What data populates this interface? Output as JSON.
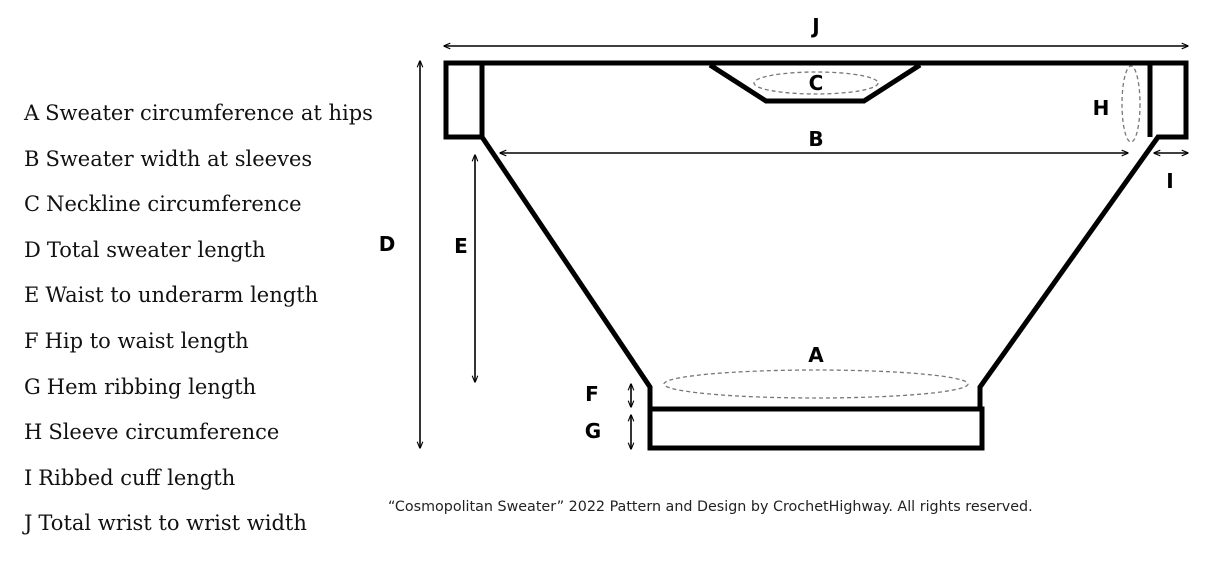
{
  "legend": [
    {
      "key": "A",
      "text": "Sweater circumference at hips"
    },
    {
      "key": "B",
      "text": "Sweater width at sleeves"
    },
    {
      "key": "C",
      "text": "Neckline circumference"
    },
    {
      "key": "D",
      "text": "Total sweater length"
    },
    {
      "key": "E",
      "text": "Waist to underarm length"
    },
    {
      "key": "F",
      "text": "Hip to waist length"
    },
    {
      "key": "G",
      "text": "Hem ribbing length"
    },
    {
      "key": "H",
      "text": "Sleeve circumference"
    },
    {
      "key": "I",
      "text": "Ribbed cuff length"
    },
    {
      "key": "J",
      "text": "Total wrist to wrist width"
    }
  ],
  "diagram_labels": {
    "A": "A",
    "B": "B",
    "C": "C",
    "D": "D",
    "E": "E",
    "F": "F",
    "G": "G",
    "H": "H",
    "I": "I",
    "J": "J"
  },
  "credit": "“Cosmopolitan Sweater” 2022 Pattern and Design by CrochetHighway. All rights reserved."
}
